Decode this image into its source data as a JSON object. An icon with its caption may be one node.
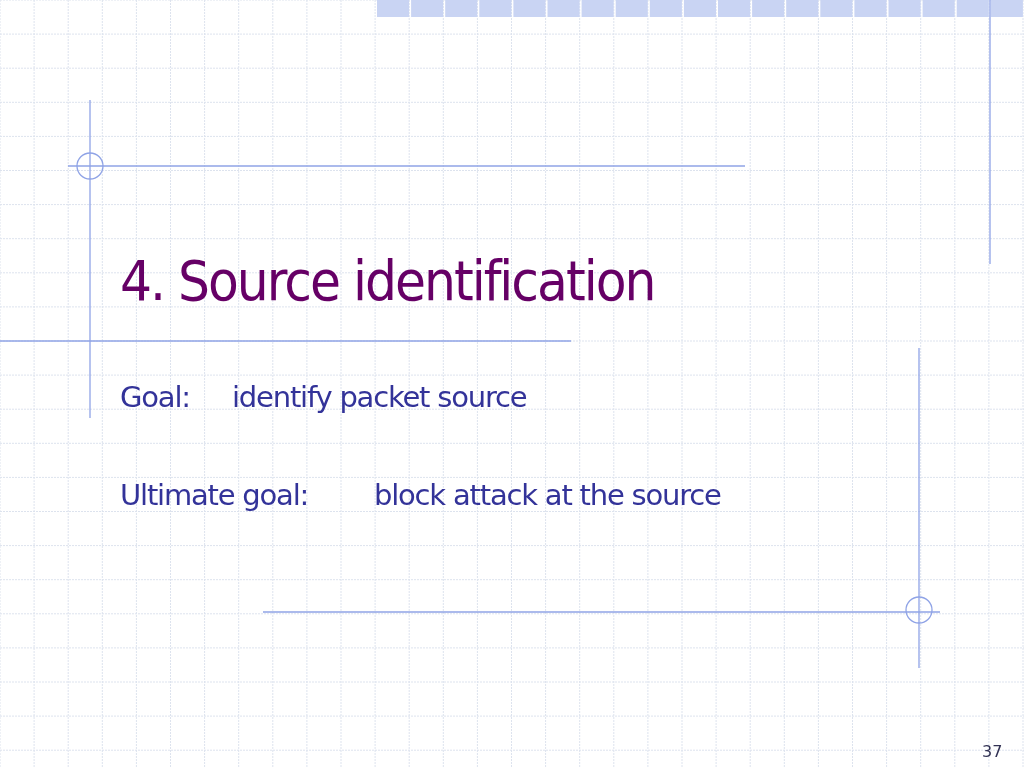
{
  "diagram": {
    "title": "4. Source identification",
    "labels": [
      "Goal:",
      "identify packet source",
      "Ultimate goal:",
      "block attack at the source",
      "37"
    ]
  }
}
